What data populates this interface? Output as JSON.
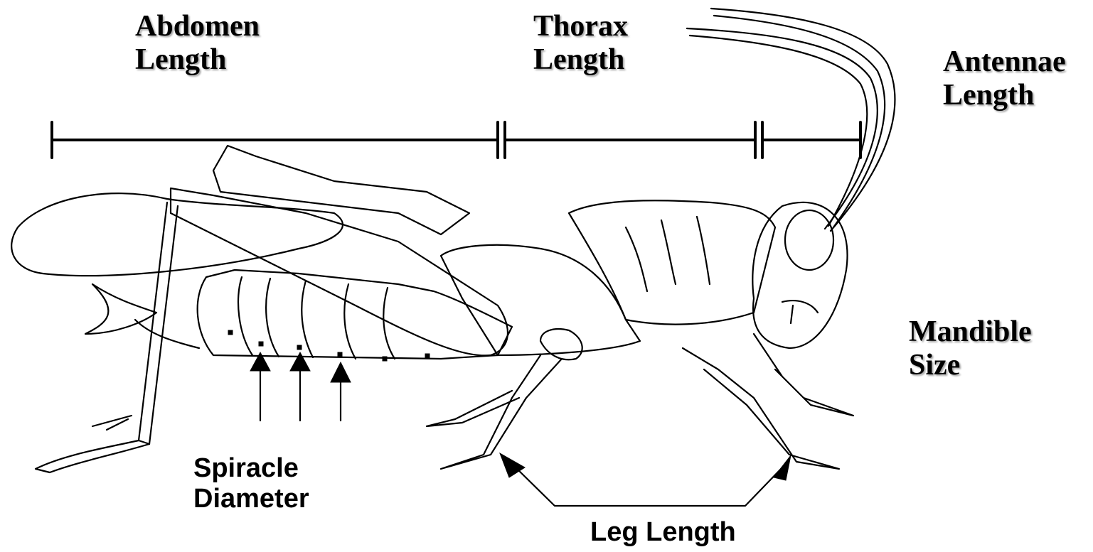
{
  "labels": {
    "abdomen": [
      "Abdomen",
      "Length"
    ],
    "thorax": [
      "Thorax",
      "Length"
    ],
    "antennae": [
      "Antennae",
      "Length"
    ],
    "mandible": [
      "Mandible",
      "Size"
    ],
    "spiracle": [
      "Spiracle",
      "Diameter"
    ],
    "leg": [
      "Leg Length"
    ]
  }
}
